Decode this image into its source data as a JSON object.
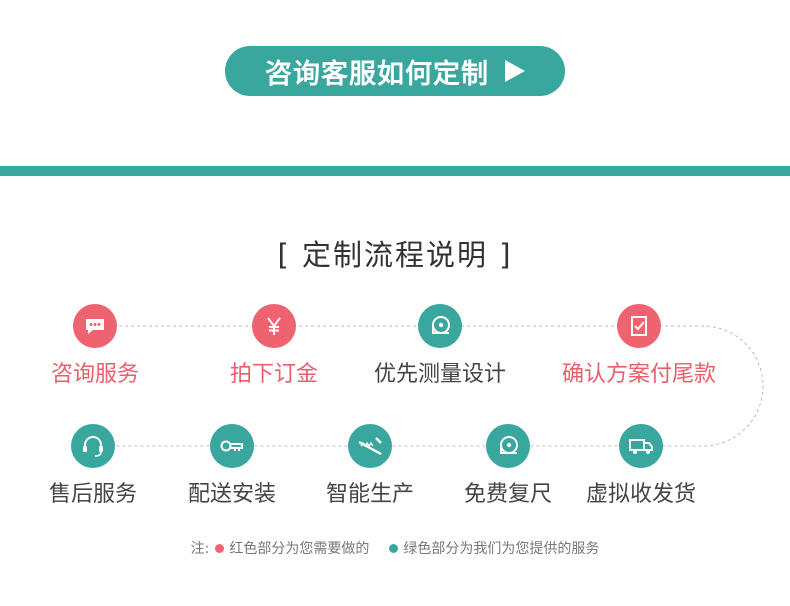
{
  "consult_button": {
    "label": "咨询客服如何定制"
  },
  "section": {
    "title": "[ 定制流程说明 ]"
  },
  "steps_row1": [
    {
      "label": "咨询服务",
      "icon": "chat-bubble-icon",
      "color": "red"
    },
    {
      "label": "拍下订金",
      "icon": "yen-icon",
      "color": "red"
    },
    {
      "label": "优先测量设计",
      "icon": "tape-measure-icon",
      "color": "green"
    },
    {
      "label": "确认方案付尾款",
      "icon": "checklist-icon",
      "color": "red"
    }
  ],
  "steps_row2": [
    {
      "label": "售后服务",
      "icon": "headset-icon",
      "color": "green"
    },
    {
      "label": "配送安装",
      "icon": "wrench-icon",
      "color": "green"
    },
    {
      "label": "智能生产",
      "icon": "saw-icon",
      "color": "green"
    },
    {
      "label": "免费复尺",
      "icon": "tape-measure-icon",
      "color": "green"
    },
    {
      "label": "虚拟收发货",
      "icon": "truck-icon",
      "color": "green"
    }
  ],
  "note": {
    "prefix": "注:",
    "red_text": "红色部分为您需要做的",
    "green_text": "绿色部分为我们为您提供的服务"
  },
  "colors": {
    "teal": "#3aa79e",
    "red": "#ef6370"
  }
}
